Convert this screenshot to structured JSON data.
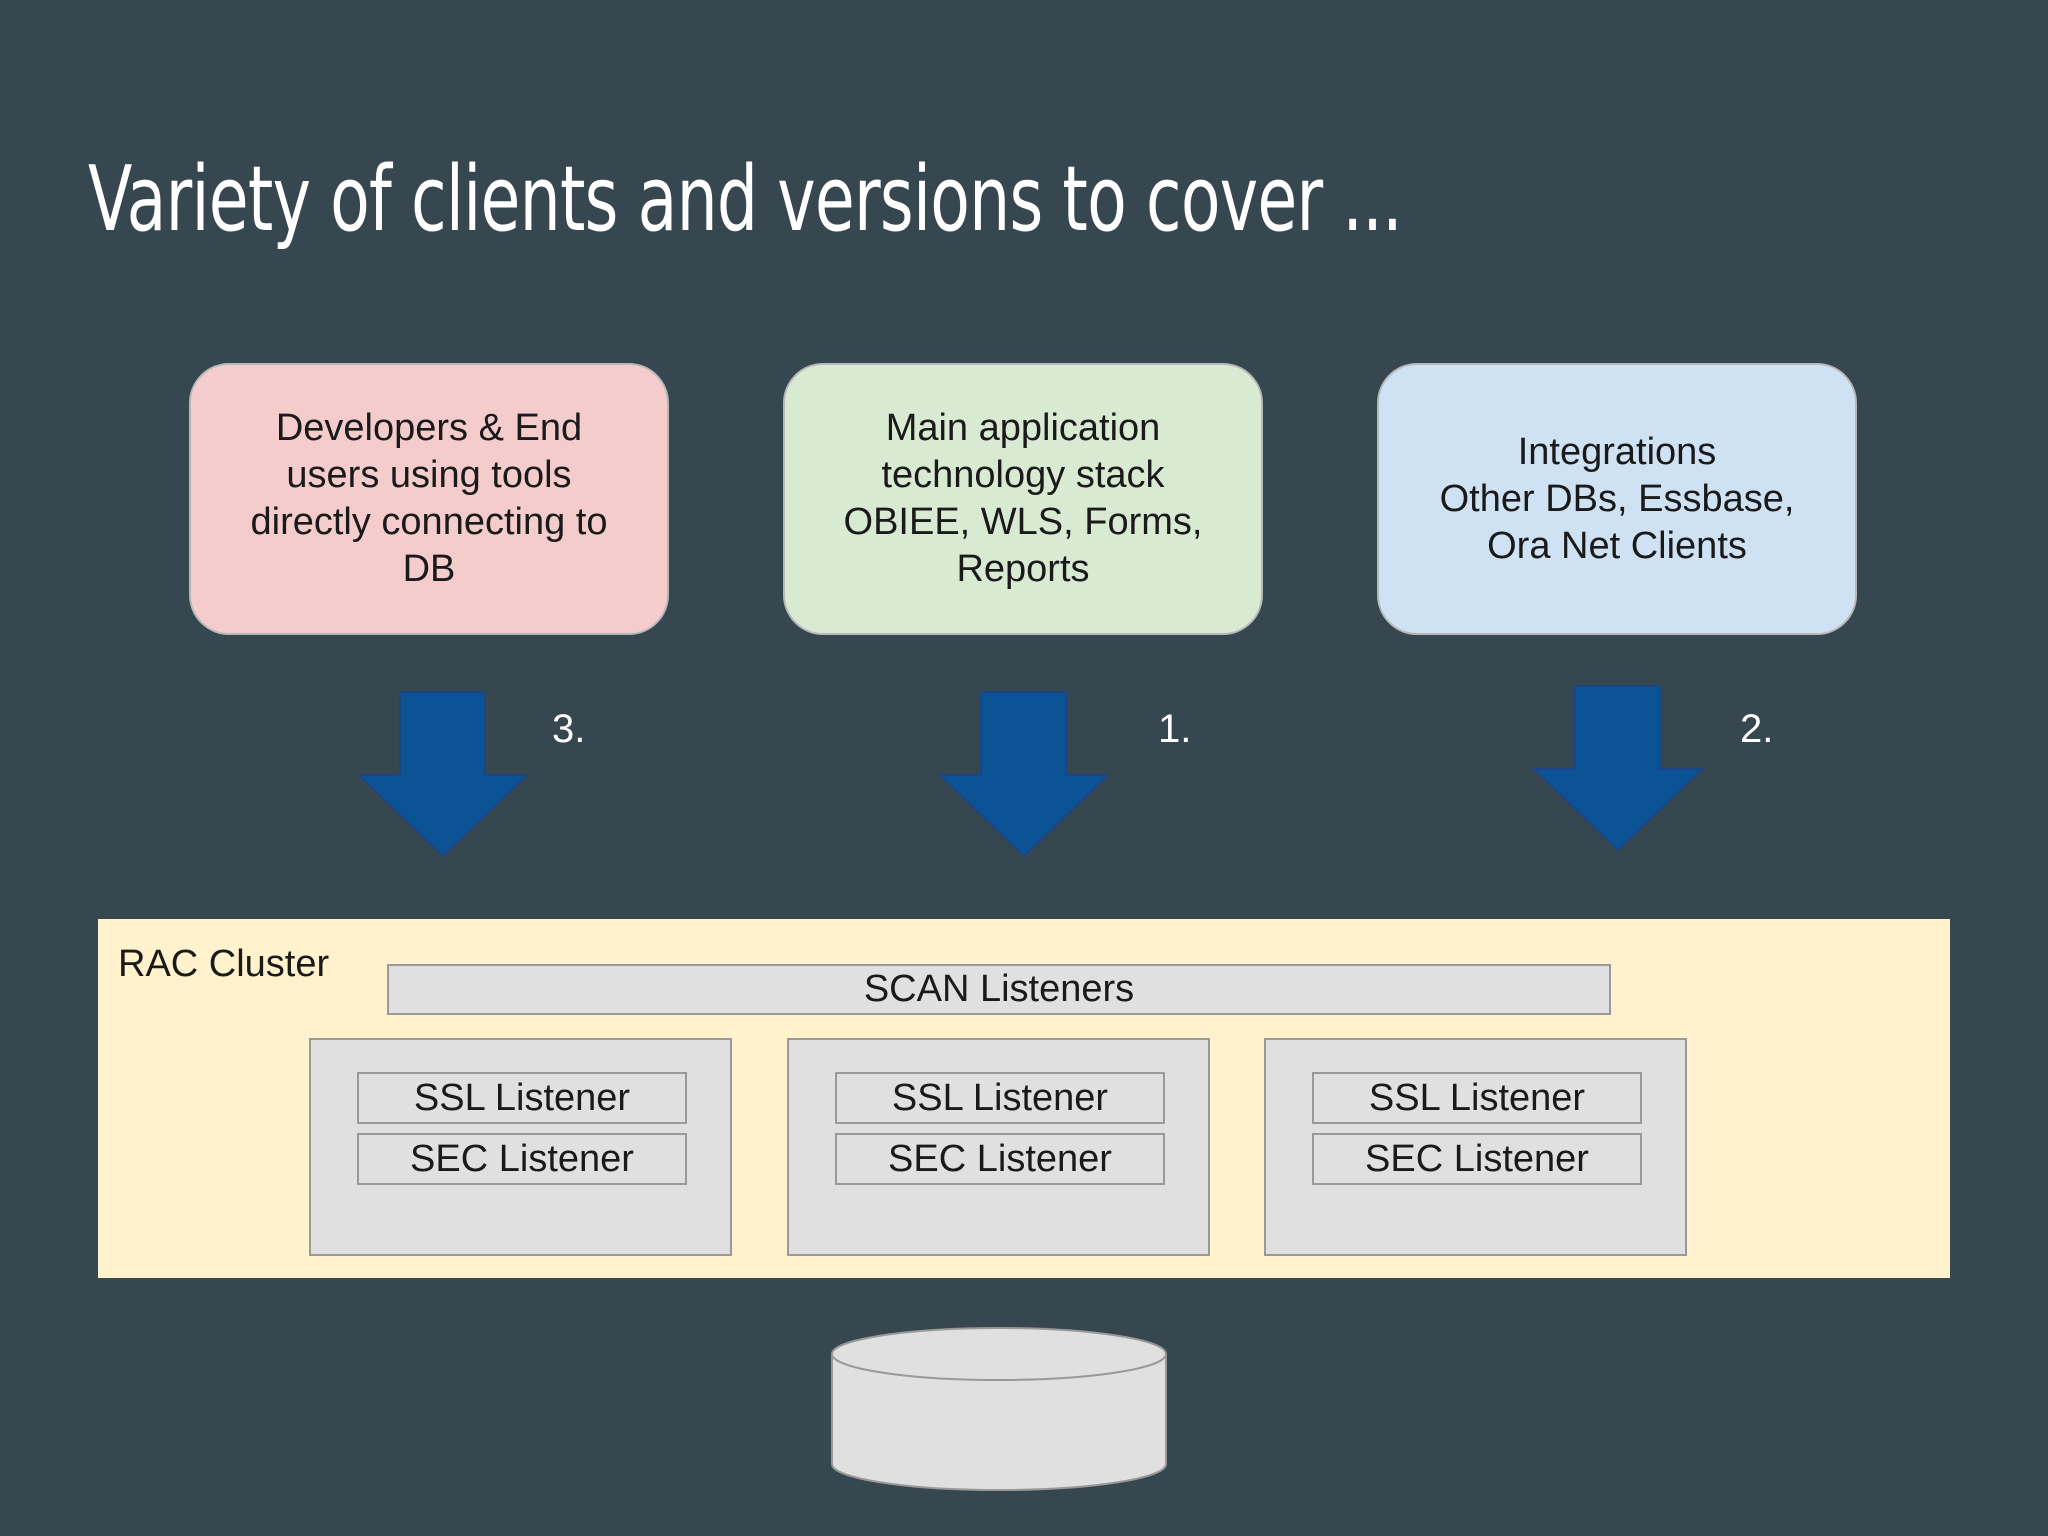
{
  "slide": {
    "title": "Variety of clients and versions to cover ..."
  },
  "clients": [
    {
      "id": "developers",
      "lines": [
        "Developers & End",
        "users using tools",
        "directly connecting to",
        "DB"
      ],
      "color": "#f4cccc",
      "arrow_label": "3."
    },
    {
      "id": "main-app",
      "lines": [
        "Main application",
        "technology stack",
        "OBIEE, WLS, Forms,",
        "Reports"
      ],
      "color": "#d9ead3",
      "arrow_label": "1."
    },
    {
      "id": "integrations",
      "lines": [
        "Integrations",
        "Other DBs, Essbase,",
        "Ora Net Clients"
      ],
      "color": "#cfe2f3",
      "arrow_label": "2."
    }
  ],
  "cluster": {
    "label": "RAC Cluster",
    "scan_label": "SCAN Listeners",
    "nodes": [
      {
        "ssl_label": "SSL Listener",
        "sec_label": "SEC Listener"
      },
      {
        "ssl_label": "SSL Listener",
        "sec_label": "SEC Listener"
      },
      {
        "ssl_label": "SSL Listener",
        "sec_label": "SEC Listener"
      }
    ],
    "color": "#fff2cc"
  },
  "colors": {
    "background": "#37474f",
    "arrow_fill": "#0b5394",
    "arrow_stroke": "#1c4587",
    "node_fill": "#e0e0e0",
    "database_fill": "#e0e0e0"
  },
  "icons": {
    "arrow": "down-arrow-icon",
    "database": "database-cylinder-icon"
  }
}
